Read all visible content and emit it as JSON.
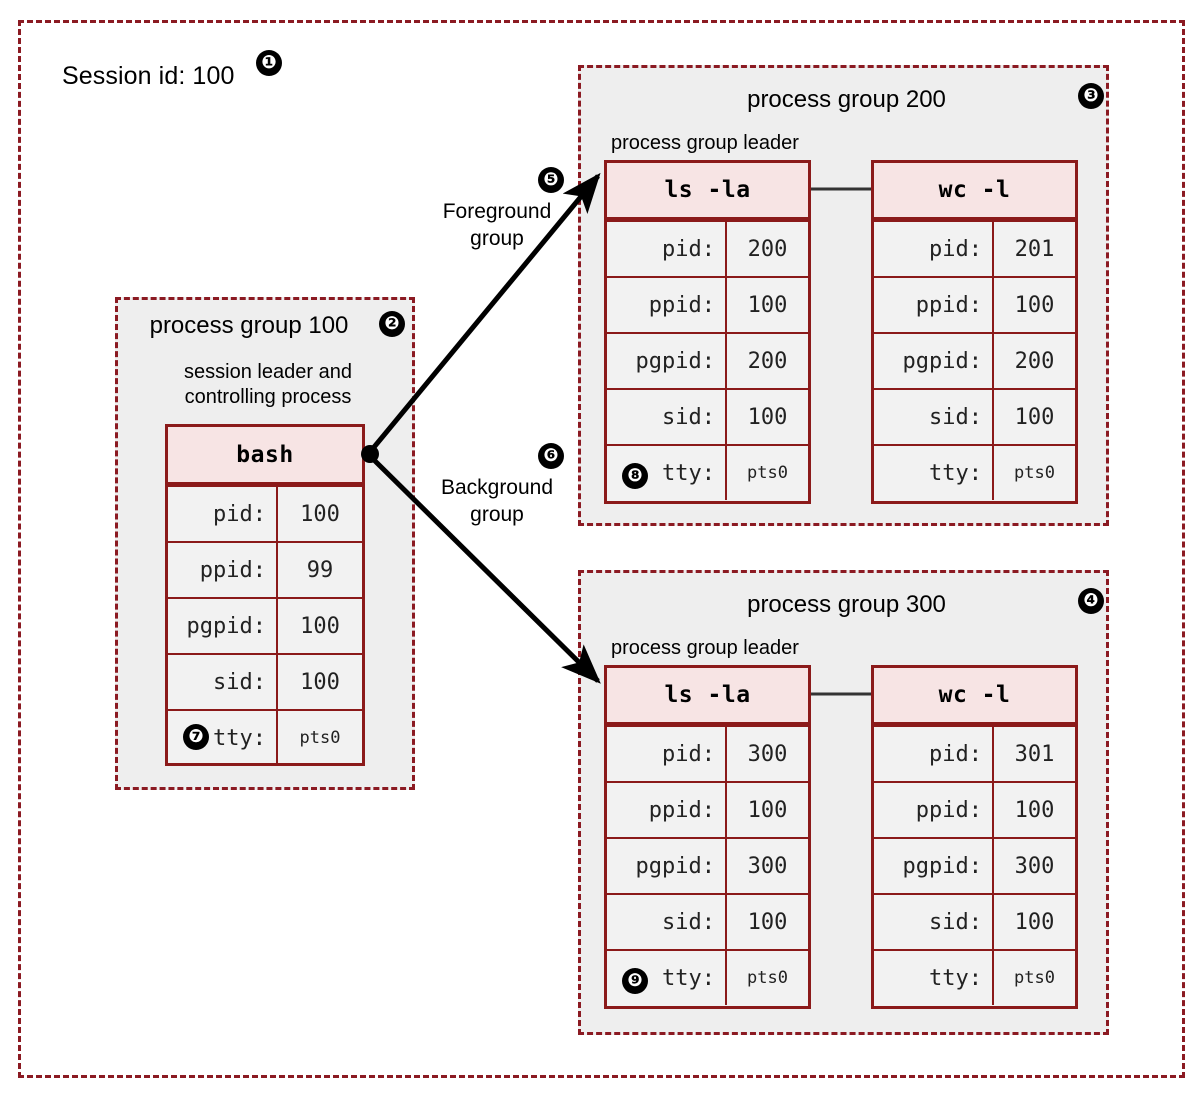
{
  "session": {
    "label": "Session id: 100",
    "badge": "❶"
  },
  "colors": {
    "dashed_border": "#8b1a22",
    "table_border": "#8b1a1a",
    "header_fill": "#f7e4e4",
    "group_fill": "#eeeeee",
    "row_fill": "#f2f2f2"
  },
  "arrows": {
    "foreground": {
      "label_line1": "Foreground",
      "label_line2": "group",
      "badge": "❺"
    },
    "background": {
      "label_line1": "Background",
      "label_line2": "group",
      "badge": "❻"
    }
  },
  "groups": [
    {
      "id": "group100",
      "title": "process group 100",
      "badge": "❷",
      "subtitle_line1": "session leader and",
      "subtitle_line2": "controlling process",
      "processes": [
        {
          "name": "bash",
          "badge_on_tty": "❼",
          "rows": [
            {
              "key": "pid:",
              "value": "100"
            },
            {
              "key": "ppid:",
              "value": "99"
            },
            {
              "key": "pgpid:",
              "value": "100"
            },
            {
              "key": "sid:",
              "value": "100"
            },
            {
              "key": "tty:",
              "value": "pts0"
            }
          ]
        }
      ]
    },
    {
      "id": "group200",
      "title": "process group 200",
      "badge": "❸",
      "subtitle": "process group leader",
      "processes": [
        {
          "name": "ls -la",
          "badge_on_tty": "❽",
          "rows": [
            {
              "key": "pid:",
              "value": "200"
            },
            {
              "key": "ppid:",
              "value": "100"
            },
            {
              "key": "pgpid:",
              "value": "200"
            },
            {
              "key": "sid:",
              "value": "100"
            },
            {
              "key": "tty:",
              "value": "pts0"
            }
          ]
        },
        {
          "name": "wc -l",
          "rows": [
            {
              "key": "pid:",
              "value": "201"
            },
            {
              "key": "ppid:",
              "value": "100"
            },
            {
              "key": "pgpid:",
              "value": "200"
            },
            {
              "key": "sid:",
              "value": "100"
            },
            {
              "key": "tty:",
              "value": "pts0"
            }
          ]
        }
      ]
    },
    {
      "id": "group300",
      "title": "process group 300",
      "badge": "❹",
      "subtitle": "process group leader",
      "processes": [
        {
          "name": "ls -la",
          "badge_on_tty": "❾",
          "rows": [
            {
              "key": "pid:",
              "value": "300"
            },
            {
              "key": "ppid:",
              "value": "100"
            },
            {
              "key": "pgpid:",
              "value": "300"
            },
            {
              "key": "sid:",
              "value": "100"
            },
            {
              "key": "tty:",
              "value": "pts0"
            }
          ]
        },
        {
          "name": "wc -l",
          "rows": [
            {
              "key": "pid:",
              "value": "301"
            },
            {
              "key": "ppid:",
              "value": "100"
            },
            {
              "key": "pgpid:",
              "value": "300"
            },
            {
              "key": "sid:",
              "value": "100"
            },
            {
              "key": "tty:",
              "value": "pts0"
            }
          ]
        }
      ]
    }
  ]
}
